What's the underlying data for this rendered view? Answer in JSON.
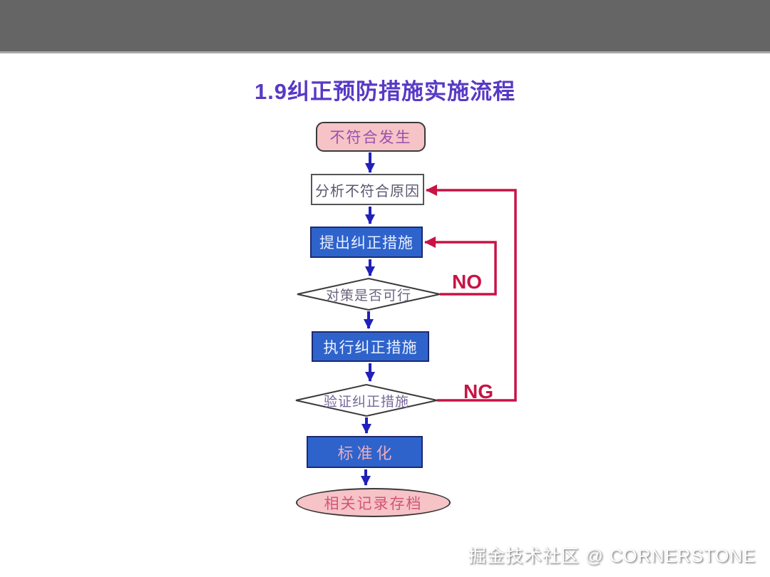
{
  "title": "1.9纠正预防措施实施流程",
  "flowchart": {
    "nodes": {
      "start": {
        "type": "terminator",
        "label": "不符合发生"
      },
      "analyze": {
        "type": "process",
        "label": "分析不符合原因"
      },
      "propose": {
        "type": "process",
        "label": "提出纠正措施"
      },
      "decision_feasible": {
        "type": "decision",
        "label": "对策是否可行"
      },
      "execute": {
        "type": "process",
        "label": "执行纠正措施"
      },
      "decision_verify": {
        "type": "decision",
        "label": "验证纠正措施"
      },
      "standardize": {
        "type": "process",
        "label": "标准化"
      },
      "archive": {
        "type": "terminator",
        "label": "相关记录存档"
      }
    },
    "edge_labels": {
      "no": "NO",
      "ng": "NG"
    }
  },
  "watermark": {
    "text": "掘金技术社区 @ CORNERSTONE"
  },
  "colors": {
    "header_bar": "#656565",
    "title_text": "#5839c5",
    "process_fill": "#2e63cb",
    "process_border": "#1c2a72",
    "terminal_fill": "#f6c3c7",
    "decision_fill": "#ffffff",
    "flow_arrow": "#2120bb",
    "return_line": "#c81345",
    "start_text": "#9b4fae",
    "archive_text": "#d25577",
    "standardize_text": "#eeacb8"
  }
}
